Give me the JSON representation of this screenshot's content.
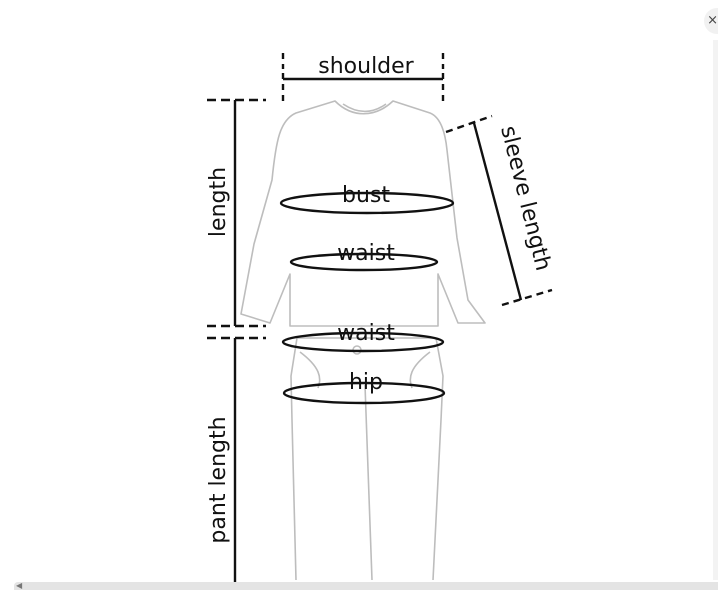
{
  "labels": {
    "shoulder": "shoulder",
    "length": "length",
    "sleeve_length": "sleeve length",
    "bust": "bust",
    "waist_top": "waist",
    "waist_pants": "waist",
    "hip": "hip",
    "pant_length": "pant length"
  },
  "controls": {
    "close_icon": "×",
    "scroll_left_icon": "◀"
  },
  "colors": {
    "outline": "#bdbdbd",
    "measure": "#111111",
    "background": "#ffffff"
  }
}
